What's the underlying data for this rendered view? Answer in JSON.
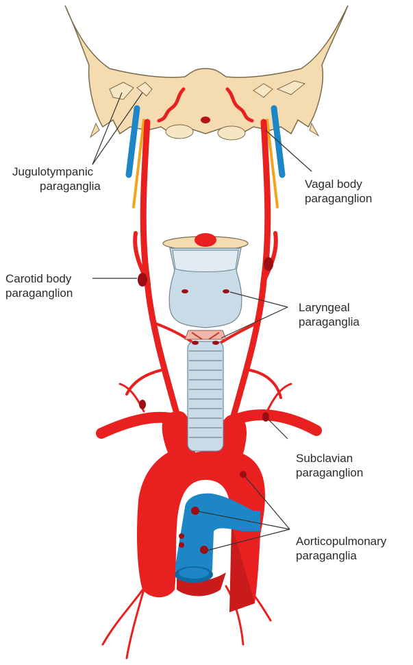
{
  "labels": {
    "jugulotympanic": {
      "line1": "Jugulotympanic",
      "line2": "paraganglia"
    },
    "vagal": {
      "line1": "Vagal body",
      "line2": "paraganglion"
    },
    "carotid": {
      "line1": "Carotid body",
      "line2": "paraganglion"
    },
    "laryngeal": {
      "line1": "Laryngeal",
      "line2": "paraganglia"
    },
    "subclavian": {
      "line1": "Subclavian",
      "line2": "paraganglion"
    },
    "aorticopulmonary": {
      "line1": "Aorticopulmonary",
      "line2": "paraganglia"
    }
  },
  "colors": {
    "artery": "#e8201f",
    "artery_dark": "#b3121a",
    "vein": "#1d86c6",
    "nerve": "#f2a51c",
    "bone": "#f4dcb0",
    "bone_outline": "#7a6a4a",
    "cartilage": "#c9dbe6",
    "paraganglion": "#9b0f14",
    "leader": "#333333"
  }
}
